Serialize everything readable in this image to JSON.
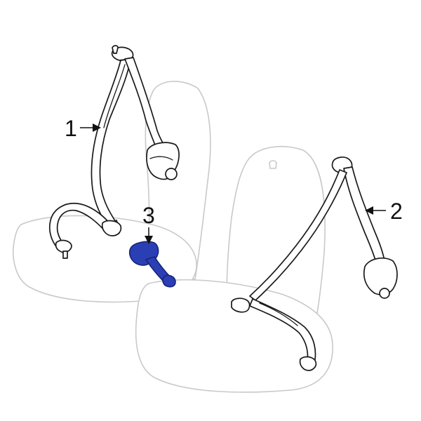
{
  "callouts": [
    {
      "number": "1"
    },
    {
      "number": "2"
    },
    {
      "number": "3"
    }
  ],
  "colors": {
    "highlight": "#2b3fb4",
    "highlight_dark": "#18237a",
    "seat_outline": "#c9c9c9",
    "line": "#1a1a1a",
    "background": "#ffffff"
  }
}
